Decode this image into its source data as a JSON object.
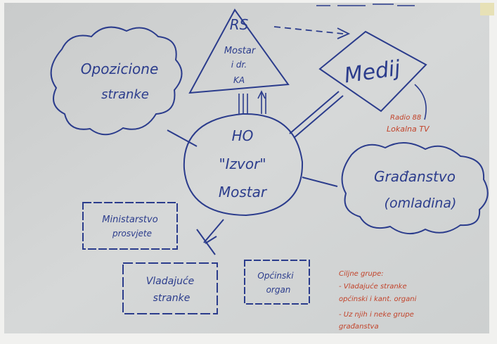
{
  "diagram": {
    "top_triangle": {
      "lines": [
        "RS",
        "Mostar",
        "i dr.",
        "KA"
      ]
    },
    "opposition_cloud": {
      "lines": [
        "Opozicione",
        "stranke"
      ]
    },
    "media_diamond": {
      "lines": [
        "Medij"
      ]
    },
    "center_circle": {
      "lines": [
        "HO",
        "\"Izvor\"",
        "Mostar"
      ]
    },
    "citizens_cloud": {
      "lines": [
        "Građanstvo",
        "(omladina)"
      ]
    },
    "ministry_box": {
      "lines": [
        "Ministarstvo",
        "prosvjete"
      ]
    },
    "government_box": {
      "lines": [
        "Vladajuće",
        "stranke"
      ]
    },
    "municipal_box": {
      "lines": [
        "Općinski",
        "organ"
      ]
    },
    "red_note_media": {
      "lines": [
        "Radio 88",
        "Lokalna TV"
      ]
    },
    "red_note_bottom": {
      "lines": [
        "Ciljne grupe:",
        "- Vladajuće stranke",
        "  općinski i kant. organi",
        "- Uz njih i neke grupe",
        "  građanstva"
      ]
    },
    "ink_colors": {
      "blue": "#2b3c8c",
      "red": "#c2432a",
      "paper": "#d4d6d6"
    }
  }
}
